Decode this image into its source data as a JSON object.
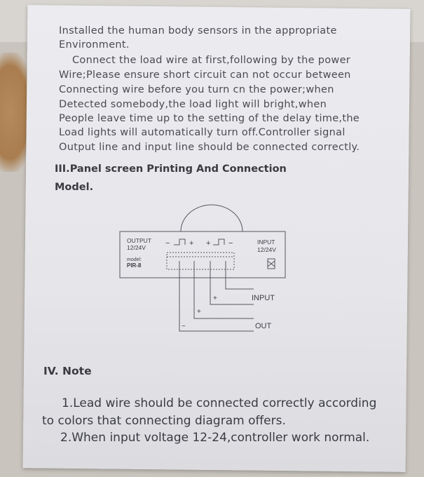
{
  "intro_lines": [
    "Installed the human body sensors in the appropriate",
    "Environment.",
    "Connect the load wire at first,following by the power",
    "Wire;Please ensure short circuit can not occur between",
    "Connecting wire before you turn cn the power;when",
    "Detected somebody,the load light will bright,when",
    "People leave time up to the setting of the delay time,the",
    "Load lights will automatically turn off.Controller signal",
    "Output line and input line should be connected correctly."
  ],
  "section3": {
    "title_line1": "III.Panel screen Printing And Connection",
    "title_line2": "Model."
  },
  "diagram": {
    "output_label": "OUTPUT",
    "output_voltage": "12/24V",
    "model_caption": "model:",
    "model_name": "PIR-8",
    "input_label": "INPUT",
    "input_voltage": "12/24V",
    "minus": "−",
    "plus": "+",
    "wire_input": "INPUT",
    "wire_out": "OUT"
  },
  "section4": {
    "title": "IV. Note",
    "notes": [
      "1.Lead wire should be connected correctly according",
      "to colors that connecting diagram offers.",
      "2.When input voltage 12-24,controller work normal."
    ]
  }
}
